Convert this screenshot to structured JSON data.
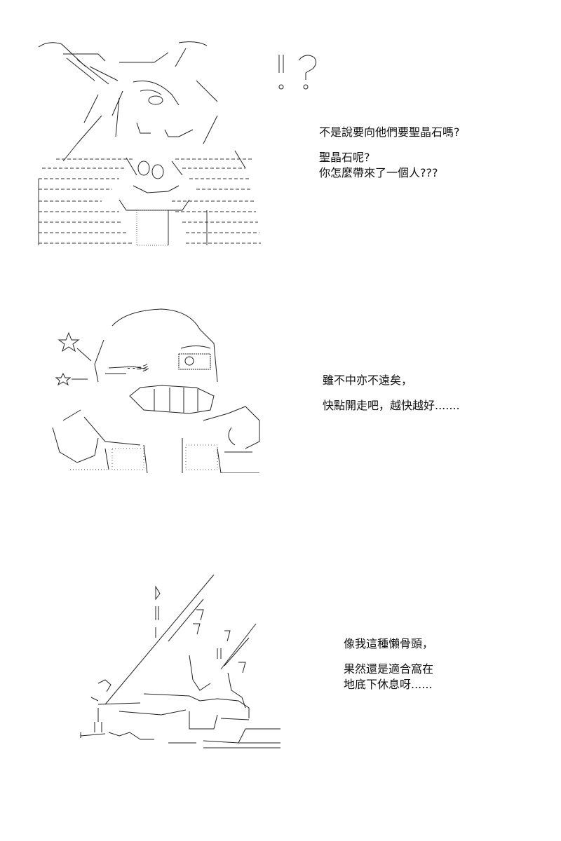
{
  "panels": [
    {
      "name": "panel-1",
      "lines": [
        "不是說要向他們要聖晶石嗎?",
        "",
        "聖晶石呢?",
        "你怎麼帶來了一個人???"
      ]
    },
    {
      "name": "panel-2",
      "lines": [
        "雖不中亦不遠矣，",
        "",
        "快點開走吧，越快越好......."
      ]
    },
    {
      "name": "panel-3",
      "lines": [
        "像我這種懶骨頭，",
        "",
        "果然還是適合窩在",
        "地底下休息呀......"
      ]
    }
  ],
  "colors": {
    "ink": "#111111",
    "background": "#ffffff"
  }
}
